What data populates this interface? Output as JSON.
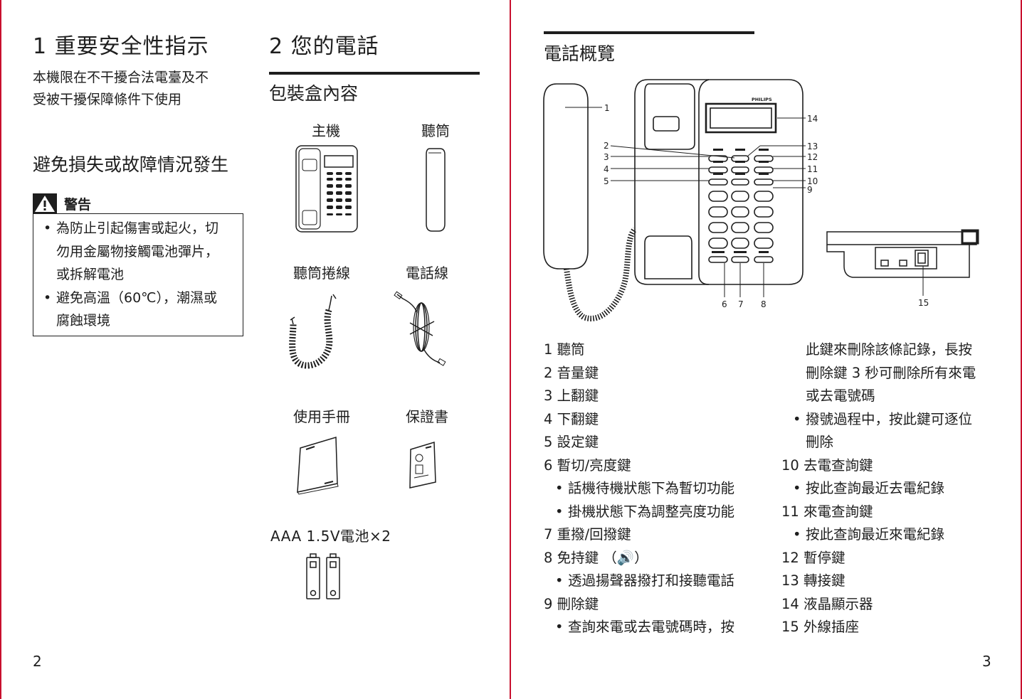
{
  "left_page": {
    "section1": {
      "title": "1  重要安全性指示",
      "intro_line1": "本機限在不干擾合法電臺及不",
      "intro_line2": "受被干擾保障條件下使用",
      "subtitle": "避免損失或故障情況發生",
      "warning_label": "警告",
      "warning_items": [
        [
          "為防止引起傷害或起火，切",
          "勿用金屬物接觸電池彈片，",
          "或拆解電池"
        ],
        [
          "避免高溫（60℃），潮濕或",
          "腐蝕環境"
        ]
      ]
    },
    "section2": {
      "title": "2  您的電話",
      "subtitle": "包裝盒內容",
      "items": [
        {
          "label": "主機",
          "icon": "base-unit-icon"
        },
        {
          "label": "聽筒",
          "icon": "handset-icon"
        },
        {
          "label": "聽筒捲線",
          "icon": "coiled-cord-icon"
        },
        {
          "label": "電話線",
          "icon": "line-cord-icon"
        },
        {
          "label": "使用手冊",
          "icon": "manual-icon"
        },
        {
          "label": "保證書",
          "icon": "warranty-icon"
        }
      ],
      "battery_label": "AAA 1.5V電池×2"
    },
    "page_number": "2"
  },
  "right_page": {
    "title": "電話概覽",
    "diagram": {
      "brand": "PHILIPS",
      "callouts": [
        "1",
        "2",
        "3",
        "4",
        "5",
        "6",
        "7",
        "8",
        "9",
        "10",
        "11",
        "12",
        "13",
        "14",
        "15"
      ]
    },
    "left_column": [
      {
        "text": "1 聽筒",
        "type": "item"
      },
      {
        "text": "2 音量鍵",
        "type": "item"
      },
      {
        "text": "3 上翻鍵",
        "type": "item"
      },
      {
        "text": "4 下翻鍵",
        "type": "item"
      },
      {
        "text": "5 設定鍵",
        "type": "item"
      },
      {
        "text": "6 暫切/亮度鍵",
        "type": "item"
      },
      {
        "text": "話機待機狀態下為暫切功能",
        "type": "sub"
      },
      {
        "text": "掛機狀態下為調整亮度功能",
        "type": "sub"
      },
      {
        "text": "7 重撥/回撥鍵",
        "type": "item"
      },
      {
        "text": "8 免持鍵 （🔊）",
        "type": "item"
      },
      {
        "text": "透過揚聲器撥打和接聽電話",
        "type": "sub"
      },
      {
        "text": "9 刪除鍵",
        "type": "item"
      },
      {
        "text": "查詢來電或去電號碼時，按",
        "type": "sub"
      }
    ],
    "right_column": [
      {
        "text": "此鍵來刪除該條記錄，長按",
        "type": "cont"
      },
      {
        "text": "刪除鍵 3 秒可刪除所有來電",
        "type": "cont"
      },
      {
        "text": "或去電號碼",
        "type": "cont"
      },
      {
        "text": "撥號過程中，按此鍵可逐位",
        "type": "sub"
      },
      {
        "text": "刪除",
        "type": "cont"
      },
      {
        "text": "10 去電查詢鍵",
        "type": "item"
      },
      {
        "text": "按此查詢最近去電紀錄",
        "type": "sub"
      },
      {
        "text": "11 來電查詢鍵",
        "type": "item"
      },
      {
        "text": "按此查詢最近來電紀錄",
        "type": "sub"
      },
      {
        "text": "12 暫停鍵",
        "type": "item"
      },
      {
        "text": "13 轉接鍵",
        "type": "item"
      },
      {
        "text": "14 液晶顯示器",
        "type": "item"
      },
      {
        "text": "15 外線插座",
        "type": "item"
      }
    ],
    "page_number": "3"
  },
  "colors": {
    "border": "#c8102e",
    "ink": "#1e1e1e"
  }
}
